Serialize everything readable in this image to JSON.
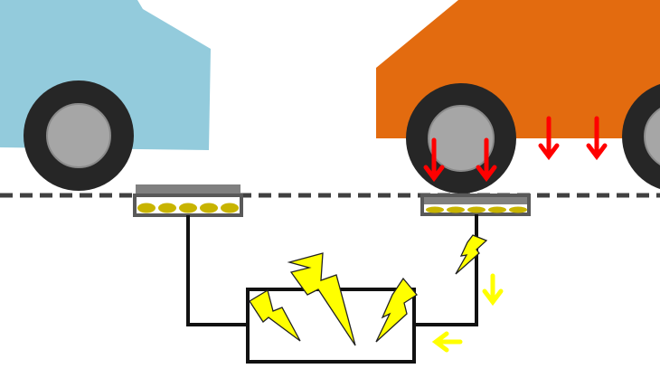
{
  "colors": {
    "background": "#ffffff",
    "blue_car": "#93cbdc",
    "orange_car": "#e36b0f",
    "tire": "#262626",
    "hub": "#a6a6a6",
    "road_line": "#404040",
    "plate_top": "#808080",
    "plate_frame": "#595959",
    "piezo_cell": "#c8b400",
    "wire": "#111111",
    "lightning": "#ffff00",
    "pressure_arrow": "#ff0000",
    "flow_arrow": "#ffff00"
  },
  "icons": {
    "blue_car": "parked-car",
    "orange_car": "car-pressing-road",
    "pressure": "down-arrow",
    "energy": "lightning-bolt",
    "storage": "battery-box"
  }
}
